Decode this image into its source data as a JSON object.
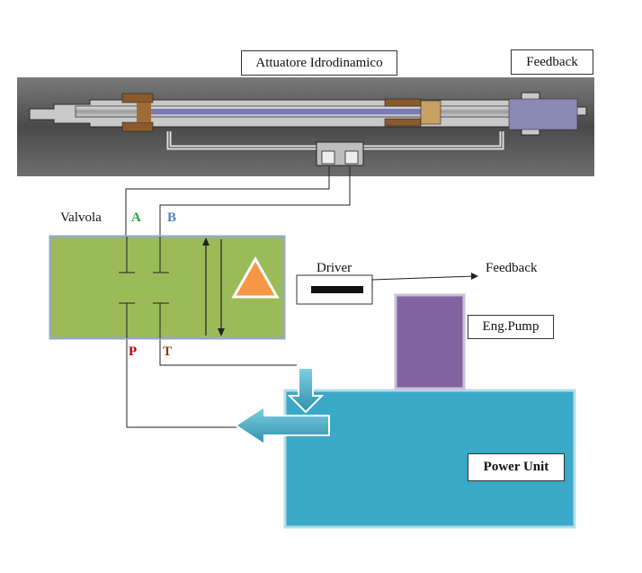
{
  "labels": {
    "actuator": "Attuatore Idrodinamico",
    "feedback_top": "Feedback",
    "valve": "Valvola",
    "port_a": "A",
    "port_b": "B",
    "port_p": "P",
    "port_t": "T",
    "driver": "Driver",
    "feedback_right": "Feedback",
    "pump": "Eng.Pump",
    "power_unit": "Power Unit"
  },
  "colors": {
    "actuator_bg": "#5f5f5f",
    "valve_fill": "#9bbb59",
    "warning_triangle": "#f79646",
    "pump_fill": "#8064a2",
    "tank_fill": "#3aa9c7",
    "arrow_fill": "#4bacc6",
    "port_a": "#2e9e4f",
    "port_b": "#4f81bd",
    "port_p": "#c00000",
    "port_t": "#8b3a1a"
  },
  "icons": [
    "warning-triangle-icon",
    "flow-down-arrow-icon",
    "flow-left-arrow-icon"
  ]
}
